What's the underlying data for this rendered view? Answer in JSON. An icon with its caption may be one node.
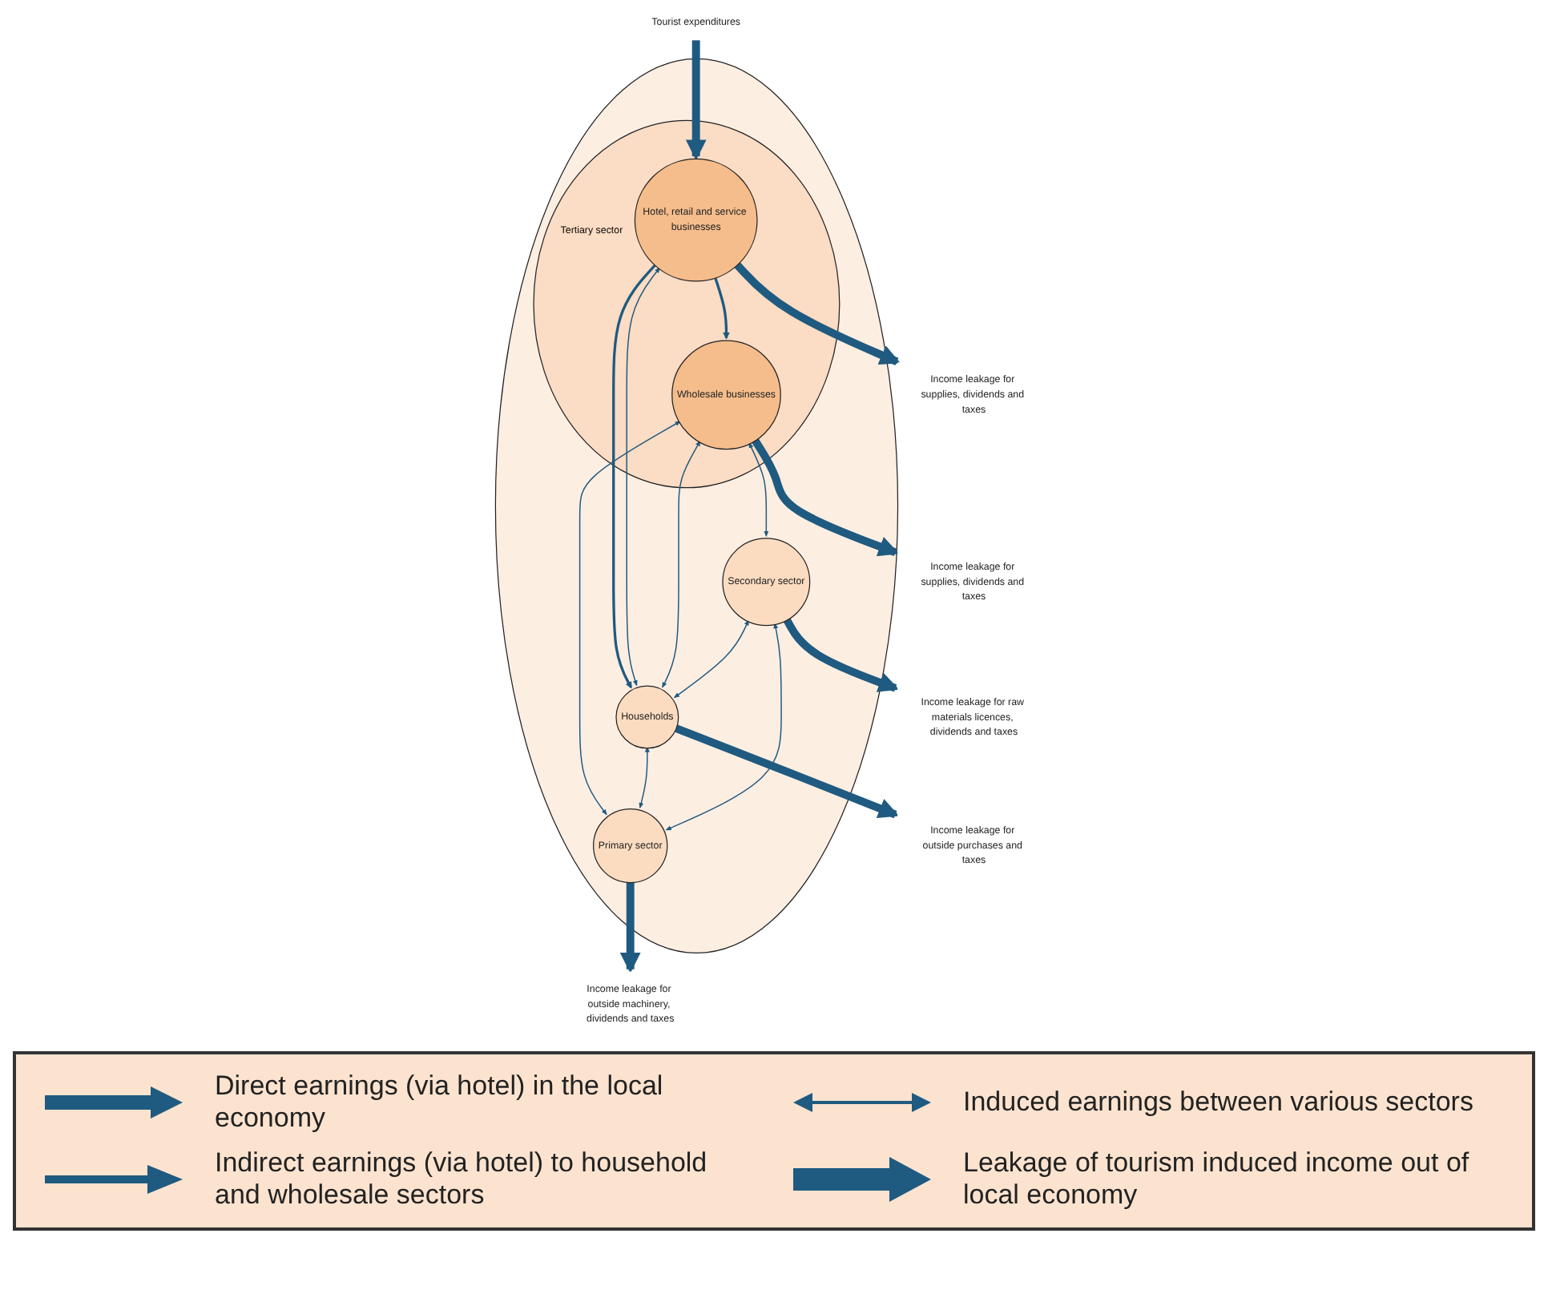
{
  "diagram": {
    "nodes": [
      {
        "text": [],
        "shape": "circle"
      },
      {
        "text": [
          "Tertiary sector"
        ],
        "in": 0
      },
      {
        "text": [
          "Hotel, retail and service businesses"
        ],
        "in": 1
      },
      {
        "text": [
          "Wholesale businesses"
        ],
        "in": 1
      },
      {
        "text": [
          "Households"
        ],
        "in": 0
      },
      {
        "text": [
          "Secondary sector"
        ],
        "in": 0
      },
      {
        "text": [
          "Primary sector"
        ],
        "in": 0
      },
      {
        "text": [
          "Tourist expenditures"
        ]
      },
      {
        "text": [
          "Income leakage for supplies, dividends and taxes"
        ]
      },
      {
        "text": [
          "Income leakage for outside purchases and taxes"
        ]
      },
      {
        "text": [
          "Income leakage for supplies, dividends and taxes"
        ]
      },
      {
        "text": [
          "Income leakage for raw materials licences, dividends and taxes"
        ]
      },
      {
        "text": [
          "Income leakage for outside machinery, dividends and taxes"
        ]
      }
    ],
    "edges": [
      {
        "from": 7,
        "to": 2,
        "arrow": "to",
        "style": "thick"
      },
      {
        "from": 2,
        "to": 8,
        "arrow": "to",
        "style": "thick"
      },
      {
        "from": 2,
        "to": 4,
        "arrow": "to"
      },
      {
        "from": 2,
        "to": 3,
        "arrow": "to"
      },
      {
        "from": 2,
        "to": 4,
        "arrow": "both"
      },
      {
        "from": 3,
        "to": 4,
        "arrow": "both"
      },
      {
        "from": 3,
        "to": 5,
        "arrow": "both"
      },
      {
        "from": 3,
        "to": 6,
        "arrow": "both"
      },
      {
        "from": 5,
        "to": 4,
        "arrow": "both"
      },
      {
        "from": 4,
        "to": 6,
        "arrow": "both"
      },
      {
        "from": 5,
        "to": 6,
        "arrow": "both"
      },
      {
        "from": 4,
        "to": 9,
        "arrow": "to",
        "style": "thick"
      },
      {
        "from": 3,
        "to": 10,
        "arrow": "to",
        "style": "thick"
      },
      {
        "from": 5,
        "to": 11,
        "arrow": "to",
        "style": "thick"
      },
      {
        "from": 6,
        "to": 12,
        "arrow": "to",
        "style": "thick"
      }
    ],
    "legend": [
      {
        "text": "Direct earnings (via hotel) in the local economy"
      },
      {
        "text": "Induced earnings between various sectors"
      },
      {
        "text": "Indirect earnings (via hotel) to household and wholesale sectors"
      },
      {
        "text": "Leakage of tourism induced income out of local economy"
      }
    ]
  }
}
